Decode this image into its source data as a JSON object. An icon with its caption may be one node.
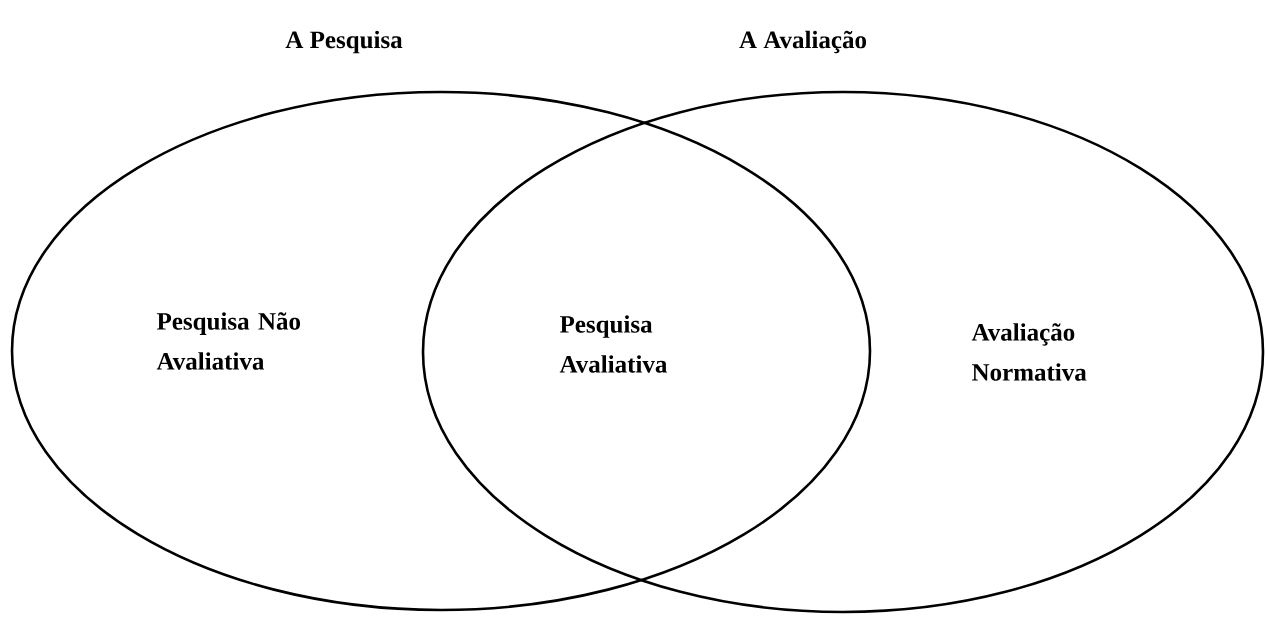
{
  "diagram": {
    "nodes": [
      {
        "text": [
          "A Pesquisa",
          "Pesquisa Não Avaliativa"
        ]
      },
      {
        "text": [
          "A Avaliação",
          "Avaliação Normativa"
        ]
      }
    ],
    "labels": [
      "Pesquisa Avaliativa"
    ]
  }
}
